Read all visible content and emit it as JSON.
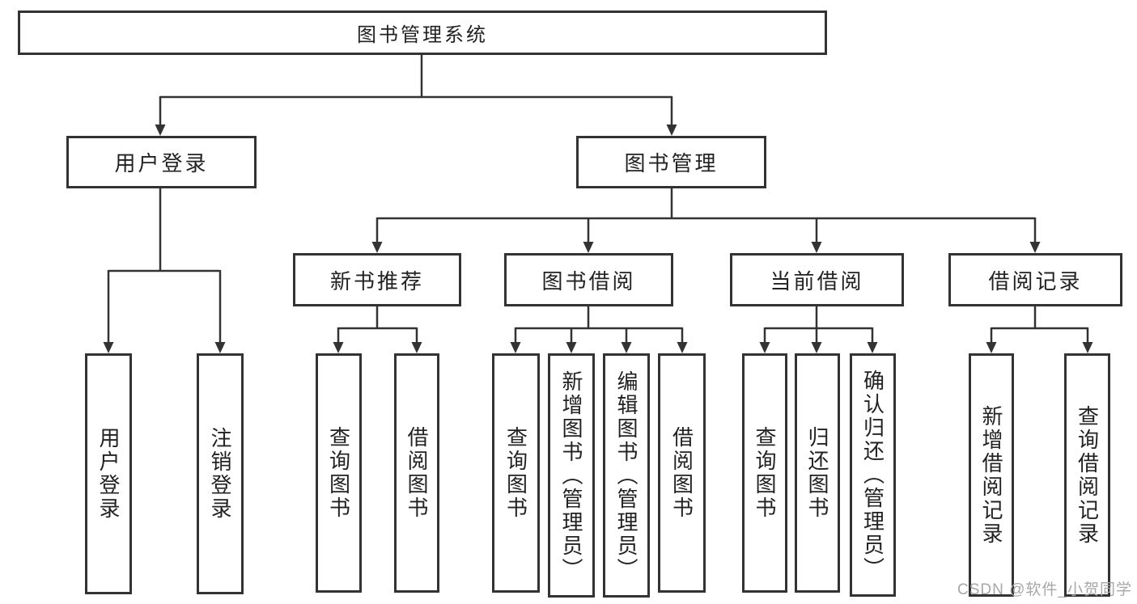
{
  "watermark": "CSDN @软件_小贺同学",
  "diagram": {
    "root": {
      "label": "图书管理系统"
    },
    "level2": {
      "user_login": {
        "label": "用户登录"
      },
      "book_mgmt": {
        "label": "图书管理"
      }
    },
    "level3": {
      "new_book": {
        "label": "新书推荐"
      },
      "book_borrow": {
        "label": "图书借阅"
      },
      "current_borrow": {
        "label": "当前借阅"
      },
      "borrow_record": {
        "label": "借阅记录"
      }
    },
    "leaves": {
      "user_login": [
        "用户登录",
        "注销登录"
      ],
      "new_book": [
        "查询图书",
        "借阅图书"
      ],
      "book_borrow": [
        "查询图书",
        "新增图书（管理员）",
        "编辑图书（管理员）",
        "借阅图书"
      ],
      "current_borrow": [
        "查询图书",
        "归还图书",
        "确认归还（管理员）"
      ],
      "borrow_record": [
        "新增借阅记录",
        "查询借阅记录"
      ]
    }
  }
}
